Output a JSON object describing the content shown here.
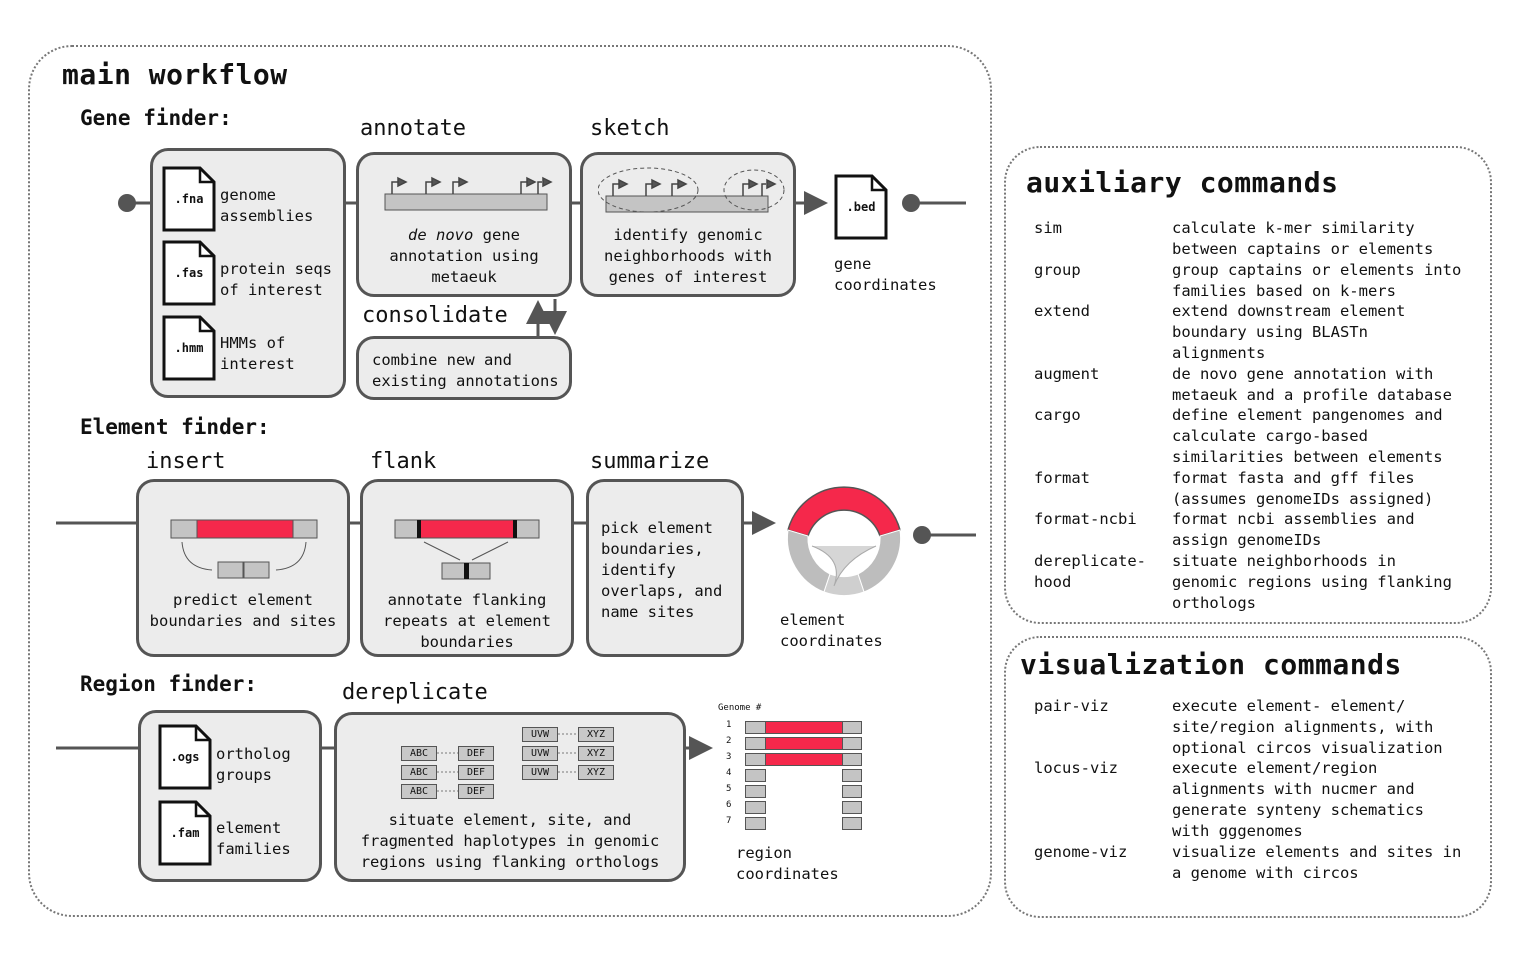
{
  "main_workflow": {
    "title": "main workflow",
    "gene_finder": {
      "section_label": "Gene finder:",
      "inputs": [
        {
          "ext": ".fna",
          "label": "genome\nassemblies"
        },
        {
          "ext": ".fas",
          "label": "protein seqs\nof interest"
        },
        {
          "ext": ".hmm",
          "label": "HMMs of\ninterest"
        }
      ],
      "annotate": {
        "title": "annotate",
        "desc_italic": "de novo",
        "desc_rest": " gene\nannotation using\nmetaeuk"
      },
      "sketch": {
        "title": "sketch",
        "desc": "identify genomic\nneighborhoods with\ngenes of interest"
      },
      "consolidate": {
        "title": "consolidate",
        "desc": "combine new and\nexisting annotations"
      },
      "output": {
        "ext": ".bed",
        "label": "gene\ncoordinates"
      }
    },
    "element_finder": {
      "section_label": "Element finder:",
      "insert": {
        "title": "insert",
        "desc": "predict element\nboundaries and sites"
      },
      "flank": {
        "title": "flank",
        "desc": "annotate flanking\nrepeats at element\nboundaries"
      },
      "summarize": {
        "title": "summarize",
        "desc": "pick element\nboundaries,\nidentify\noverlaps, and\nname sites"
      },
      "output": {
        "label": "element\ncoordinates"
      }
    },
    "region_finder": {
      "section_label": "Region finder:",
      "inputs": [
        {
          "ext": ".ogs",
          "label": "ortholog\ngroups"
        },
        {
          "ext": ".fam",
          "label": "element\nfamilies"
        }
      ],
      "dereplicate": {
        "title": "dereplicate",
        "desc": "situate element, site, and\nfragmented haplotypes in genomic\nregions using flanking orthologs",
        "pairs_left": [
          [
            "ABC",
            "DEF"
          ],
          [
            "ABC",
            "DEF"
          ],
          [
            "ABC",
            "DEF"
          ]
        ],
        "pairs_right": [
          [
            "UVW",
            "XYZ"
          ],
          [
            "UVW",
            "XYZ"
          ],
          [
            "UVW",
            "XYZ"
          ]
        ]
      },
      "output": {
        "genome_header": "Genome #",
        "genome_numbers": [
          "1",
          "2",
          "3",
          "4",
          "5",
          "6",
          "7"
        ],
        "highlighted_genomes": 3,
        "label": "region\ncoordinates"
      }
    }
  },
  "auxiliary": {
    "title": "auxiliary commands",
    "commands": [
      {
        "name": "sim",
        "desc": "calculate k-mer similarity\nbetween captains or elements"
      },
      {
        "name": "group",
        "desc": "group captains or elements into\nfamilies based on k-mers"
      },
      {
        "name": "extend",
        "desc": "extend downstream element\nboundary using BLASTn\nalignments"
      },
      {
        "name": "augment",
        "desc": "de novo gene annotation with\nmetaeuk and a profile database"
      },
      {
        "name": "cargo",
        "desc": "define element pangenomes and\ncalculate cargo-based\nsimilarities between elements"
      },
      {
        "name": "format",
        "desc": "format fasta and gff files\n(assumes genomeIDs assigned)"
      },
      {
        "name": "format-ncbi",
        "desc": "format ncbi assemblies and\nassign genomeIDs"
      },
      {
        "name": "dereplicate-\nhood",
        "desc": "situate neighborhoods in\ngenomic regions using flanking\northologs"
      }
    ]
  },
  "visualization": {
    "title": "visualization commands",
    "commands": [
      {
        "name": "pair-viz",
        "desc": "execute element- element/\nsite/region alignments, with\noptional circos visualization"
      },
      {
        "name": "locus-viz",
        "desc": "execute element/region\nalignments with nucmer and\ngenerate synteny schematics\nwith gggenomes"
      },
      {
        "name": "genome-viz",
        "desc": "visualize elements and sites in\na genome with circos"
      }
    ]
  },
  "colors": {
    "accent_red": "#f5284b",
    "box_fill": "#ececec",
    "border": "#555555",
    "gray_bar": "#c4c4c4"
  }
}
